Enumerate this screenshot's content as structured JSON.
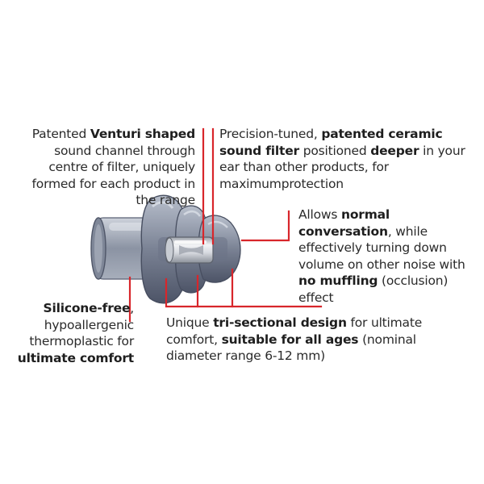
{
  "colors": {
    "callout_line": "#d8262b",
    "plug_body": "#8f97a6",
    "plug_dark": "#4f5668",
    "plug_light": "#c9ced8",
    "filter_metal": "#e4e6ea"
  },
  "callouts": {
    "venturi": {
      "segments": [
        {
          "text": "Patented ",
          "bold": false
        },
        {
          "text": "Venturi shaped",
          "bold": true
        },
        {
          "text": " sound channel through centre of filter, uniquely formed for each product in the range",
          "bold": false
        }
      ]
    },
    "filter": {
      "segments": [
        {
          "text": "Precision-tuned, ",
          "bold": false
        },
        {
          "text": "patented ceramic sound filter",
          "bold": true
        },
        {
          "text": " positioned ",
          "bold": false
        },
        {
          "text": "deeper",
          "bold": true
        },
        {
          "text": " in your ear than other products, for maximumprotection",
          "bold": false
        }
      ]
    },
    "conversation": {
      "segments": [
        {
          "text": "Allows ",
          "bold": false
        },
        {
          "text": "normal conversation",
          "bold": true
        },
        {
          "text": ", while effectively turning down volume on other noise with ",
          "bold": false
        },
        {
          "text": "no muffling",
          "bold": true
        },
        {
          "text": " (occlusion) effect",
          "bold": false
        }
      ]
    },
    "silicone": {
      "segments": [
        {
          "text": "Silicone-free",
          "bold": true
        },
        {
          "text": ", hypoallergenic thermoplastic for ",
          "bold": false
        },
        {
          "text": "ultimate comfort",
          "bold": true
        }
      ]
    },
    "tri_section": {
      "segments": [
        {
          "text": "Unique ",
          "bold": false
        },
        {
          "text": "tri-sectional design",
          "bold": true
        },
        {
          "text": " for ultimate comfort, ",
          "bold": false
        },
        {
          "text": "suitable for all ages",
          "bold": true
        },
        {
          "text": " (nominal diameter range 6-12 mm)",
          "bold": false
        }
      ]
    }
  },
  "icons": {
    "earplug": "earplug-illustration",
    "filter": "ceramic-filter-icon"
  }
}
